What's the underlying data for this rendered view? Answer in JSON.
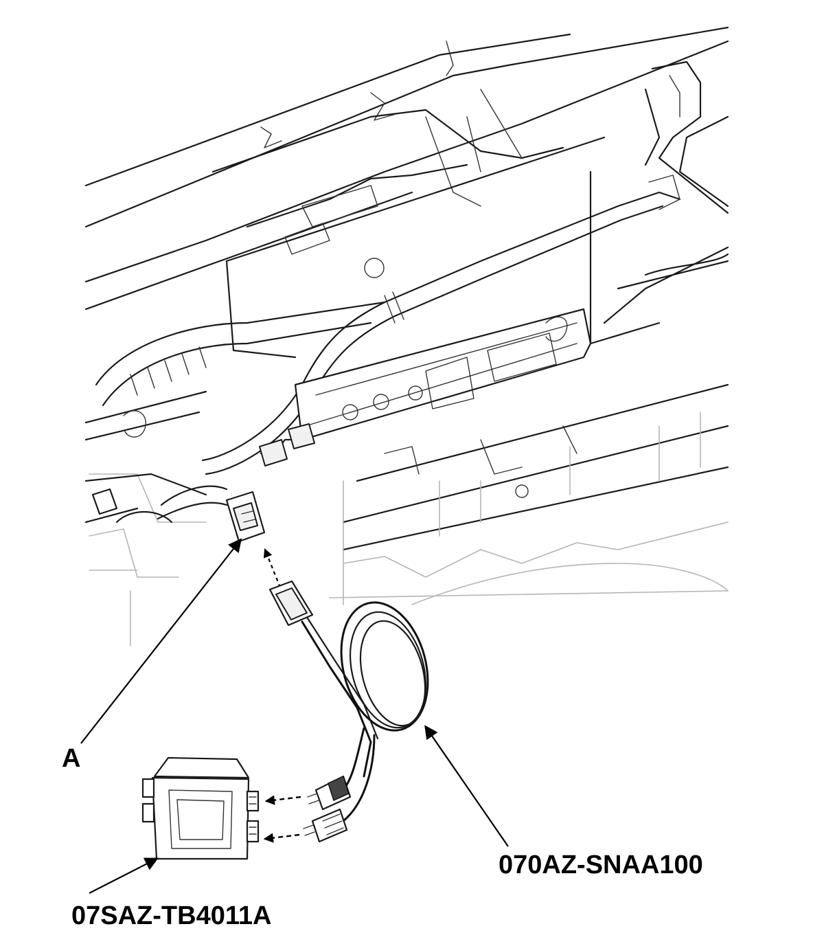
{
  "callouts": {
    "connector": "A",
    "sensor_harness": "070AZ-SNAA100",
    "tester_unit": "07SAZ-TB4011A"
  },
  "colors": {
    "line": "#1a1a1a",
    "background": "#ffffff",
    "faint_line": "#b5b5b5"
  }
}
